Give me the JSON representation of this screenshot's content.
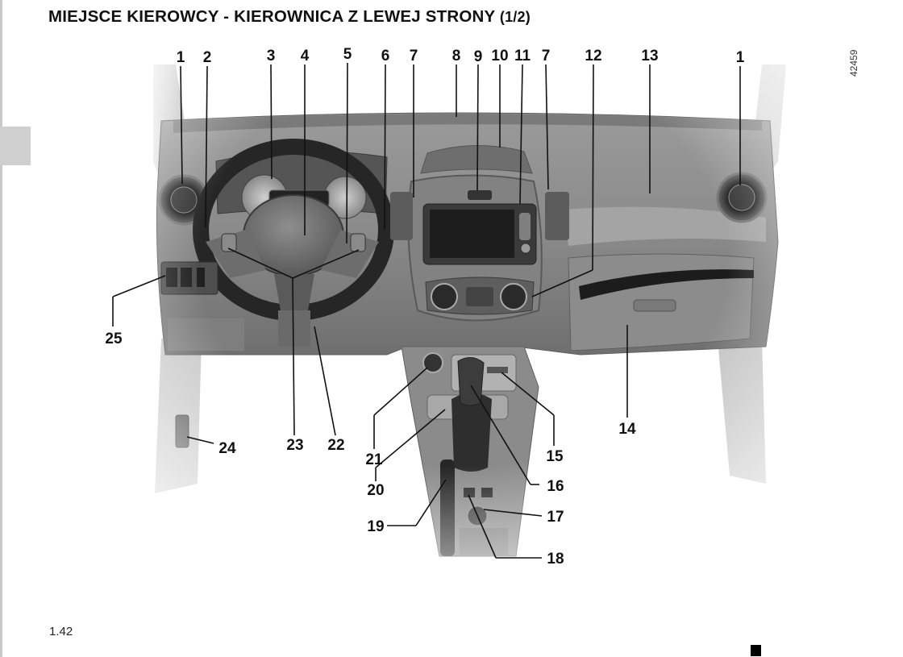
{
  "page": {
    "title": "MIEJSCE KIEROWCY - KIEROWNICA Z LEWEJ STRONY",
    "title_part": "(1/2)",
    "figure_code": "42459",
    "page_number": "1.42"
  },
  "callouts": [
    "1",
    "2",
    "3",
    "4",
    "5",
    "6",
    "7",
    "8",
    "9",
    "10",
    "11",
    "7",
    "12",
    "13",
    "1",
    "25",
    "14",
    "24",
    "23",
    "22",
    "21",
    "15",
    "20",
    "16",
    "19",
    "17",
    "18"
  ]
}
